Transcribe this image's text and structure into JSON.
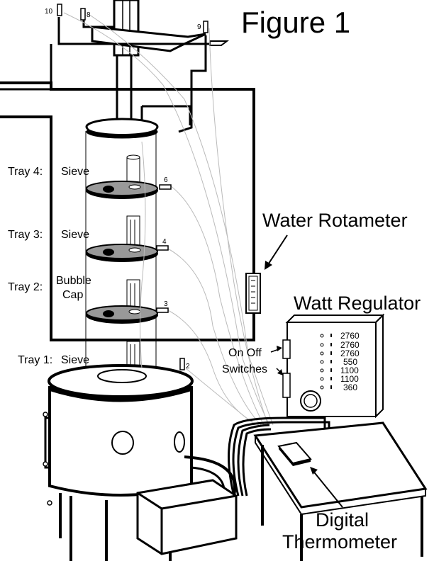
{
  "title": "Figure 1",
  "trays": [
    {
      "label": "Tray 4:",
      "type": "Sieve"
    },
    {
      "label": "Tray 3:",
      "type": "Sieve"
    },
    {
      "label": "Tray 2:",
      "type_line1": "Bubble",
      "type_line2": "Cap"
    },
    {
      "label": "Tray 1:",
      "type": "Sieve"
    }
  ],
  "thermocouples": [
    "10",
    "8",
    "9",
    "6",
    "4",
    "3",
    "2"
  ],
  "water_rotameter_label": "Water Rotameter",
  "watt_regulator": {
    "label": "Watt Regulator",
    "settings": [
      "2760",
      "2760",
      "2760",
      "550",
      "1100",
      "1100",
      "360"
    ]
  },
  "switches_label": {
    "line1": "On Off",
    "line2": "Switches"
  },
  "digital_thermometer": {
    "line1": "Digital",
    "line2": "Thermometer"
  }
}
